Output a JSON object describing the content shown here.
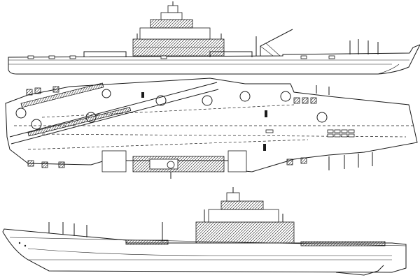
{
  "colors": {
    "ink": "#1a1a1a",
    "paper": "#ffffff"
  },
  "drawing": {
    "views": [
      {
        "id": "profile-starboard"
      },
      {
        "id": "plan-deck"
      },
      {
        "id": "profile-port"
      }
    ]
  }
}
